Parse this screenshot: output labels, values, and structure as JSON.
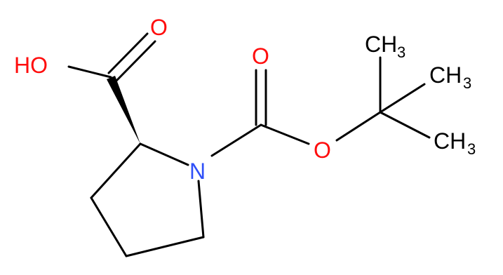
{
  "molecule": {
    "colors": {
      "bond": "#000000",
      "carbon": "#000000",
      "oxygen": "#ff0d0d",
      "nitrogen": "#3050f8"
    },
    "labels": {
      "hydroxyl": "HO",
      "acid_carbonyl_oxygen": "O",
      "carbamate_carbonyl_oxygen": "O",
      "ester_oxygen": "O",
      "nitrogen": "N",
      "methyl_1": "CH",
      "methyl_1_sub": "3",
      "methyl_2": "CH",
      "methyl_2_sub": "3",
      "methyl_3": "CH",
      "methyl_3_sub": "3"
    }
  }
}
